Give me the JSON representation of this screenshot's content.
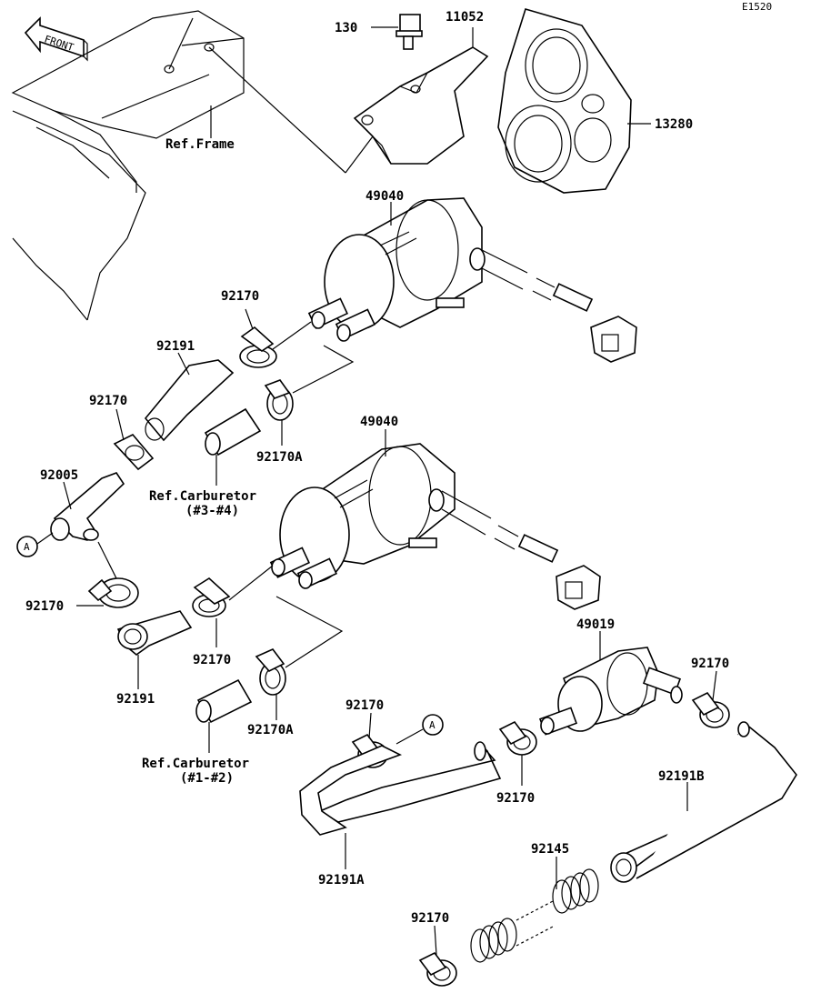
{
  "diagram_id": "E1520",
  "front_label": "FRONT",
  "callout_letter": "A",
  "labels": {
    "p130": "130",
    "p11052": "11052",
    "p13280": "13280",
    "ref_frame": "Ref.Frame",
    "p49040_top": "49040",
    "p92170_a": "92170",
    "p92191_a": "92191",
    "p92170_b": "92170",
    "p92170A_top": "92170A",
    "p92005": "92005",
    "ref_carb_34_1": "Ref.Carburetor",
    "ref_carb_34_2": "(#3-#4)",
    "p49040_mid": "49040",
    "p92170_c": "92170",
    "p92191_b": "92191",
    "p92170_d": "92170",
    "p92170A_mid": "92170A",
    "ref_carb_12_1": "Ref.Carburetor",
    "ref_carb_12_2": "(#1-#2)",
    "p49019": "49019",
    "p92170_e": "92170",
    "p92170_f": "92170",
    "p92170_g": "92170",
    "p92191B": "92191B",
    "p92191A": "92191A",
    "p92145": "92145",
    "p92170_h": "92170"
  }
}
